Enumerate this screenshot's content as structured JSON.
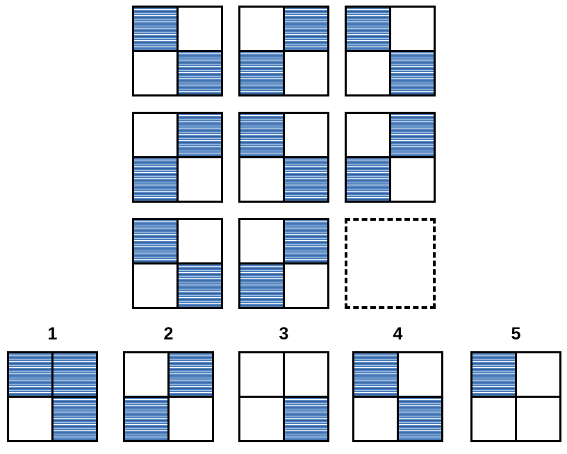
{
  "palette": {
    "line_black": "#000000",
    "background_white": "#ffffff",
    "stripe_blue": "#4f81bd",
    "stripe_blue_mid": "#5d8ac4",
    "stripe_blue_dark": "#2f5c9b",
    "stripe_blue_light": "#a9c6e8",
    "stripe_white": "#ffffff"
  },
  "matrix": {
    "rows": [
      [
        {
          "type": "figure",
          "quadrants": {
            "top_left": "shaded",
            "top_right": "empty",
            "bottom_left": "empty",
            "bottom_right": "shaded"
          }
        },
        {
          "type": "figure",
          "quadrants": {
            "top_left": "empty",
            "top_right": "shaded",
            "bottom_left": "shaded",
            "bottom_right": "empty"
          }
        },
        {
          "type": "figure",
          "quadrants": {
            "top_left": "shaded",
            "top_right": "empty",
            "bottom_left": "empty",
            "bottom_right": "shaded"
          }
        }
      ],
      [
        {
          "type": "figure",
          "quadrants": {
            "top_left": "empty",
            "top_right": "shaded",
            "bottom_left": "shaded",
            "bottom_right": "empty"
          }
        },
        {
          "type": "figure",
          "quadrants": {
            "top_left": "shaded",
            "top_right": "empty",
            "bottom_left": "empty",
            "bottom_right": "shaded"
          }
        },
        {
          "type": "figure",
          "quadrants": {
            "top_left": "empty",
            "top_right": "shaded",
            "bottom_left": "shaded",
            "bottom_right": "empty"
          }
        }
      ],
      [
        {
          "type": "figure",
          "quadrants": {
            "top_left": "shaded",
            "top_right": "empty",
            "bottom_left": "empty",
            "bottom_right": "shaded"
          }
        },
        {
          "type": "figure",
          "quadrants": {
            "top_left": "empty",
            "top_right": "shaded",
            "bottom_left": "shaded",
            "bottom_right": "empty"
          }
        },
        {
          "type": "missing"
        }
      ]
    ]
  },
  "options": [
    {
      "label": "1",
      "type": "figure",
      "quadrants": {
        "top_left": "shaded",
        "top_right": "shaded",
        "bottom_left": "empty",
        "bottom_right": "shaded"
      }
    },
    {
      "label": "2",
      "type": "figure",
      "quadrants": {
        "top_left": "empty",
        "top_right": "shaded",
        "bottom_left": "shaded",
        "bottom_right": "empty"
      }
    },
    {
      "label": "3",
      "type": "figure",
      "quadrants": {
        "top_left": "empty",
        "top_right": "empty",
        "bottom_left": "empty",
        "bottom_right": "shaded"
      }
    },
    {
      "label": "4",
      "type": "figure",
      "quadrants": {
        "top_left": "shaded",
        "top_right": "empty",
        "bottom_left": "empty",
        "bottom_right": "shaded"
      }
    },
    {
      "label": "5",
      "type": "figure",
      "quadrants": {
        "top_left": "shaded",
        "top_right": "empty",
        "bottom_left": "empty",
        "bottom_right": "empty"
      }
    }
  ]
}
